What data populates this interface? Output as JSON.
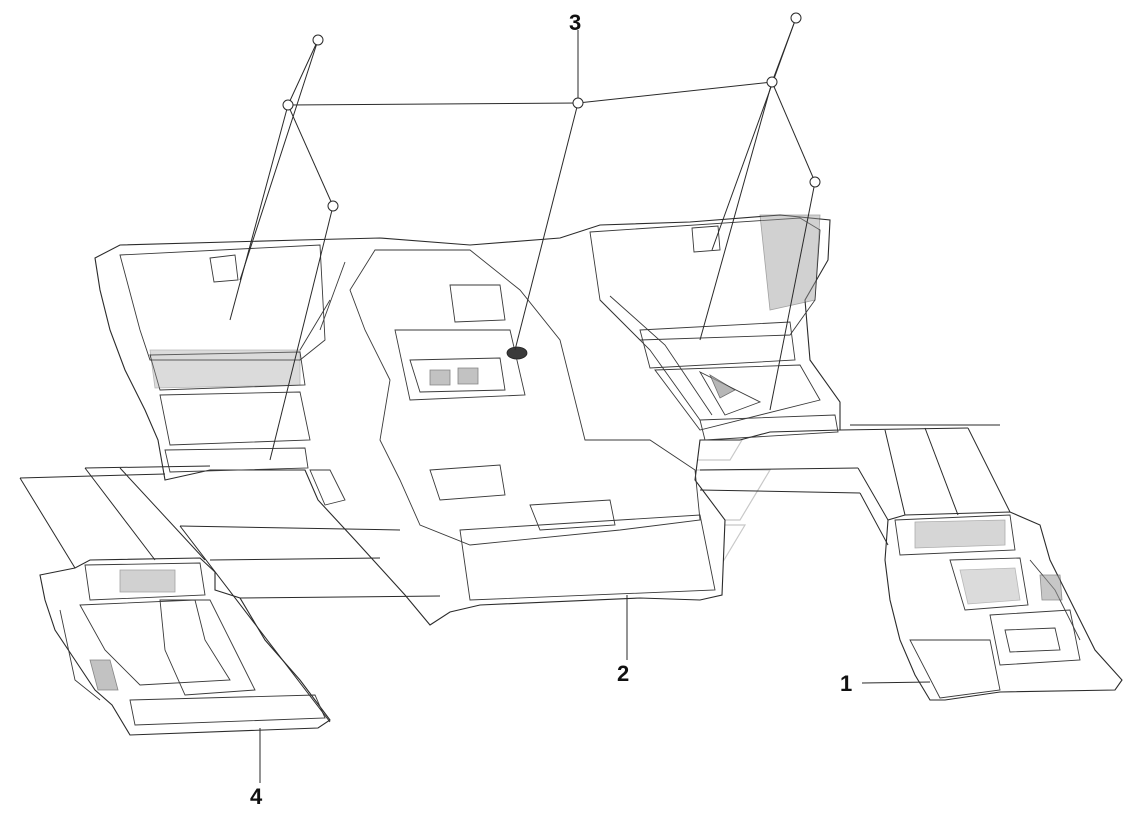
{
  "callouts": {
    "c1": "1",
    "c2": "2",
    "c3": "3",
    "c4": "4"
  },
  "colors": {
    "line": "#2a2a2a",
    "background": "#ffffff"
  }
}
